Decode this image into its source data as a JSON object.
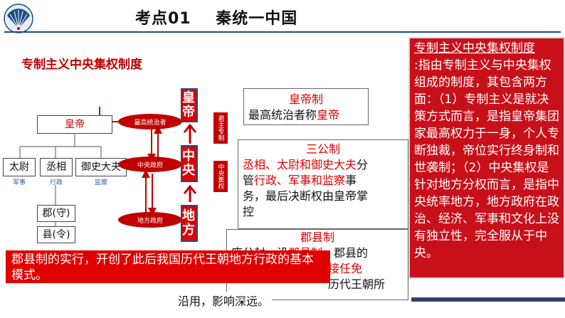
{
  "header": {
    "title": "考点01    秦统一中国",
    "accent": "#c00000"
  },
  "section_title": "专制主义中央集权制度",
  "chart": {
    "emperor": "皇帝",
    "ministers": [
      {
        "name": "太尉",
        "duty": "军事"
      },
      {
        "name": "丞相",
        "duty": "行政"
      },
      {
        "name": "御史大夫",
        "duty": "监察"
      }
    ],
    "jun": "郡(守)",
    "xian": "县(令)"
  },
  "flow": {
    "top_ellipse": "最高统治者",
    "mid_ellipse": "中央政府",
    "bottom_ellipse": "地方政府",
    "col1": "皇帝",
    "col2": "中央",
    "col3": "地方",
    "label1": "君主专制",
    "label2": "中央集权"
  },
  "huangdi_box": {
    "title": "皇帝制",
    "text_a": "最高统治者称",
    "text_b": "皇帝"
  },
  "sangong_box": {
    "title": "三公制",
    "line1_red": "丞相、太尉和御史大夫",
    "line1_rest": "分",
    "line2_a": "管",
    "line2_b": "行政、军事和监察",
    "line2_c": "事",
    "line3": "务，最后决断权由皇帝掌",
    "line4": "控"
  },
  "junxian_box": {
    "title": "郡县制",
    "line1_a": "废分封，设",
    "line1_b": "郡县制",
    "line1_c": "，郡县的",
    "line2": "接任免",
    "line3": "历代王朝所",
    "line4": "沿用，影响深远。"
  },
  "sidebar": {
    "title": "专制主义中央集权制度",
    "text": ":指由专制主义与中央集权组成的制度，其包含两方面：（1）专制主义是就决策方式而言，是指皇帝集团家最高权力于一身，个人专断独裁，帝位实行终身制和世袭制；（2）中央集权是针对地方分权而言，是指中央统率地方，地方政府在政治、经济、军事和文化上没有独立性，完全服从于中央。"
  },
  "banner": {
    "text": "郡县制的实行，开创了此后我国历代王朝地方行政的基本模式。"
  }
}
